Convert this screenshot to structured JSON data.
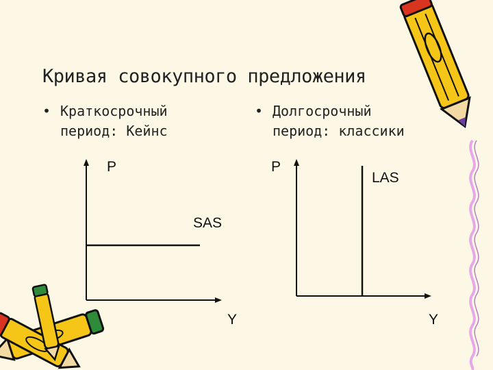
{
  "slide": {
    "title": "Кривая совокупного предложения",
    "bullets": [
      {
        "marker": "•",
        "line1": "Краткосрочный",
        "line2": "период: Кейнс"
      },
      {
        "marker": "•",
        "line1": "Долгосрочный",
        "line2": "период: классики"
      }
    ]
  },
  "graph_left": {
    "y_axis_label": "P",
    "x_axis_label": "Y",
    "curve_label": "SAS"
  },
  "graph_right": {
    "y_axis_label": "P",
    "x_axis_label": "Y",
    "curve_label": "LAS"
  },
  "colors": {
    "background": "#fdf8e6",
    "ink": "#111111",
    "pencil_yellow": "#f5c518",
    "pencil_red": "#d9341f",
    "pencil_green": "#2e8b3a"
  },
  "decorations": [
    "pencil-icon",
    "pencils-icon",
    "ribbon-border"
  ]
}
